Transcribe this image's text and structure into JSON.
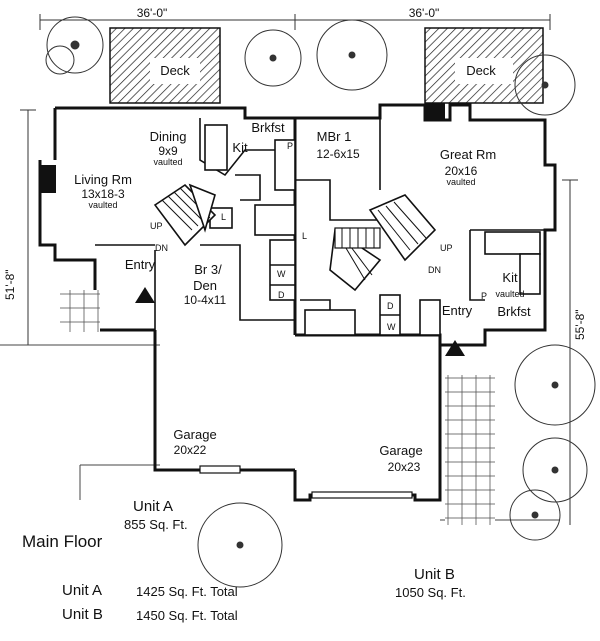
{
  "dimensions": {
    "top_left": "36'-0\"",
    "top_right": "36'-0\"",
    "left": "51'-8\"",
    "right": "55'-8\""
  },
  "unit_a": {
    "deck": "Deck",
    "dining": {
      "name": "Dining",
      "size": "9x9",
      "note": "vaulted"
    },
    "brkfst": "Brkfst",
    "kit": "Kit",
    "living": {
      "name": "Living Rm",
      "size": "13x18-3",
      "note": "vaulted"
    },
    "entry": "Entry",
    "bedroom": {
      "name": "Br 3/",
      "name2": "Den",
      "size": "10-4x11"
    },
    "garage": {
      "name": "Garage",
      "size": "20x22"
    },
    "stairs_up": "UP",
    "stairs_dn": "DN",
    "laundry_w": "W",
    "laundry_d": "D",
    "closet_l": "L",
    "pantry_p": "P"
  },
  "unit_b": {
    "deck": "Deck",
    "mbr": {
      "name": "MBr 1",
      "size": "12-6x15"
    },
    "great": {
      "name": "Great Rm",
      "size": "20x16",
      "note": "vaulted"
    },
    "kit": {
      "name": "Kit",
      "note": "vaulted"
    },
    "brkfst": "Brkfst",
    "entry": "Entry",
    "garage": {
      "name": "Garage",
      "size": "20x23"
    },
    "stairs_up": "UP",
    "stairs_dn": "DN",
    "laundry_w": "W",
    "laundry_d": "D",
    "closet_l": "L",
    "pantry_p": "P"
  },
  "captions": {
    "unit_a_title": "Unit A",
    "unit_a_area": "855 Sq. Ft.",
    "main_floor": "Main Floor",
    "unit_b_title": "Unit B",
    "unit_b_area": "1050 Sq. Ft."
  },
  "totals": [
    {
      "unit": "Unit A",
      "value": "1425 Sq. Ft. Total"
    },
    {
      "unit": "Unit B",
      "value": "1450 Sq. Ft. Total"
    }
  ]
}
